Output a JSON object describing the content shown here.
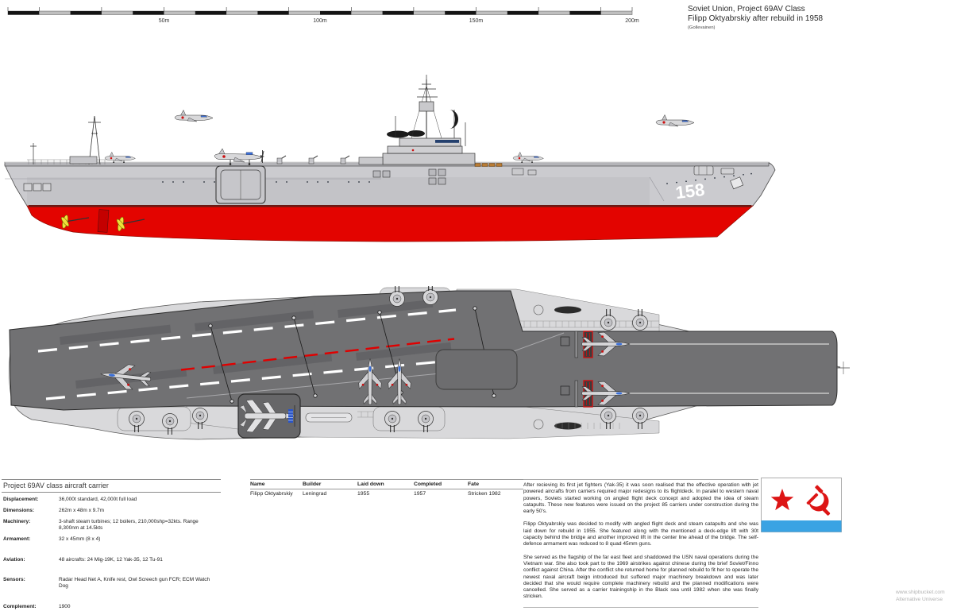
{
  "header": {
    "title_line1": "Soviet Union, Project 69AV Class",
    "title_line2": "Filipp Oktyabrskiy after rebuild in 1958",
    "credit": "(Gollevainen)"
  },
  "scale_bar": {
    "labels": [
      "50m",
      "100m",
      "150m",
      "200m"
    ]
  },
  "ship": {
    "hull_number": "158"
  },
  "specs": {
    "title": "Project 69AV class aircraft carrier",
    "rows": [
      {
        "label": "Displacement:",
        "value": "36,000t standard, 42,000t full load"
      },
      {
        "label": "Dimensions:",
        "value": "262m x 48m x 9.7m"
      },
      {
        "label": "Machinery:",
        "value": "3-shaft steam turbines; 12 boilers, 210,000shp=32kts. Range 8,300nm at 14.5kts"
      },
      {
        "label": "Armament:",
        "value": "32 x 45mm (8 x 4)"
      },
      {
        "label": "Aviation:",
        "value": "48 aircrafts: 24 Mig-19K, 12 Yak-35, 12 Tu-91"
      },
      {
        "label": "Sensors:",
        "value": "Radar Head Net A, Knife rest, Owl Screech gun FCR; ECM Watch Dog"
      },
      {
        "label": "Complement:",
        "value": "1900"
      }
    ]
  },
  "ships_table": {
    "headers": [
      "Name",
      "Builder",
      "Laid down",
      "Completed",
      "Fate"
    ],
    "rows": [
      {
        "name": "Filipp Oktyabrskiy",
        "builder": "Leningrad",
        "laid_down": "1955",
        "completed": "1957",
        "fate": "Stricken 1982"
      }
    ]
  },
  "description": {
    "paragraphs": [
      "After recieving its first jet fighters (Yak-35) it was soon realised that the effective operation with jet powered aircrafts from carriers required major redesigns to its flightdeck. In paralel to western naval powers, Soviets started working on angled flight deck concept and adopted the idea of steam catapults. These new features were issued on the project 85 carriers under construction during the early 50's.",
      "Filipp Oktyabrskiy was decided to modify with angled flight deck and steam catapults and she was laid down for rebuild in 1955. She featured along with the mentioned a deck-edge lift with 30t capacity behind the bridge and another improved lift in the center line ahead of the bridge. The self-defence armament was reduced to 8 quad 45mm guns.",
      "She served as the flagship of the far east fleet and shaddowed the USN naval operations during the Vietnam war. She also took part to the 1969 airstrikes against chinese during the brief Soviet/Finno conflict against China.  After the conflict she returned home for planned rebuild to fit her to operate the newest naval aircraft beign introduced but suffered major machinery breakdown and was later decided that she would require complete machinery rebuild and the planned modifications were cancelled. She served as a carrier trainingship in the Black sea until 1982 when she was finally stricken."
    ]
  },
  "footer": {
    "site": "www.shipbucket.com",
    "edition": "Alternative Universe"
  },
  "colors": {
    "hull_light_gray": "#cbcbcf",
    "deck_dark_gray": "#717173",
    "underwater_red": "#e30400",
    "boot_top_dark_red": "#6b1a14",
    "propeller_yellow": "#eee23a",
    "flag_blue": "#3aa3e3",
    "flag_red": "#dd1515",
    "runway_line_red": "#e00000"
  }
}
